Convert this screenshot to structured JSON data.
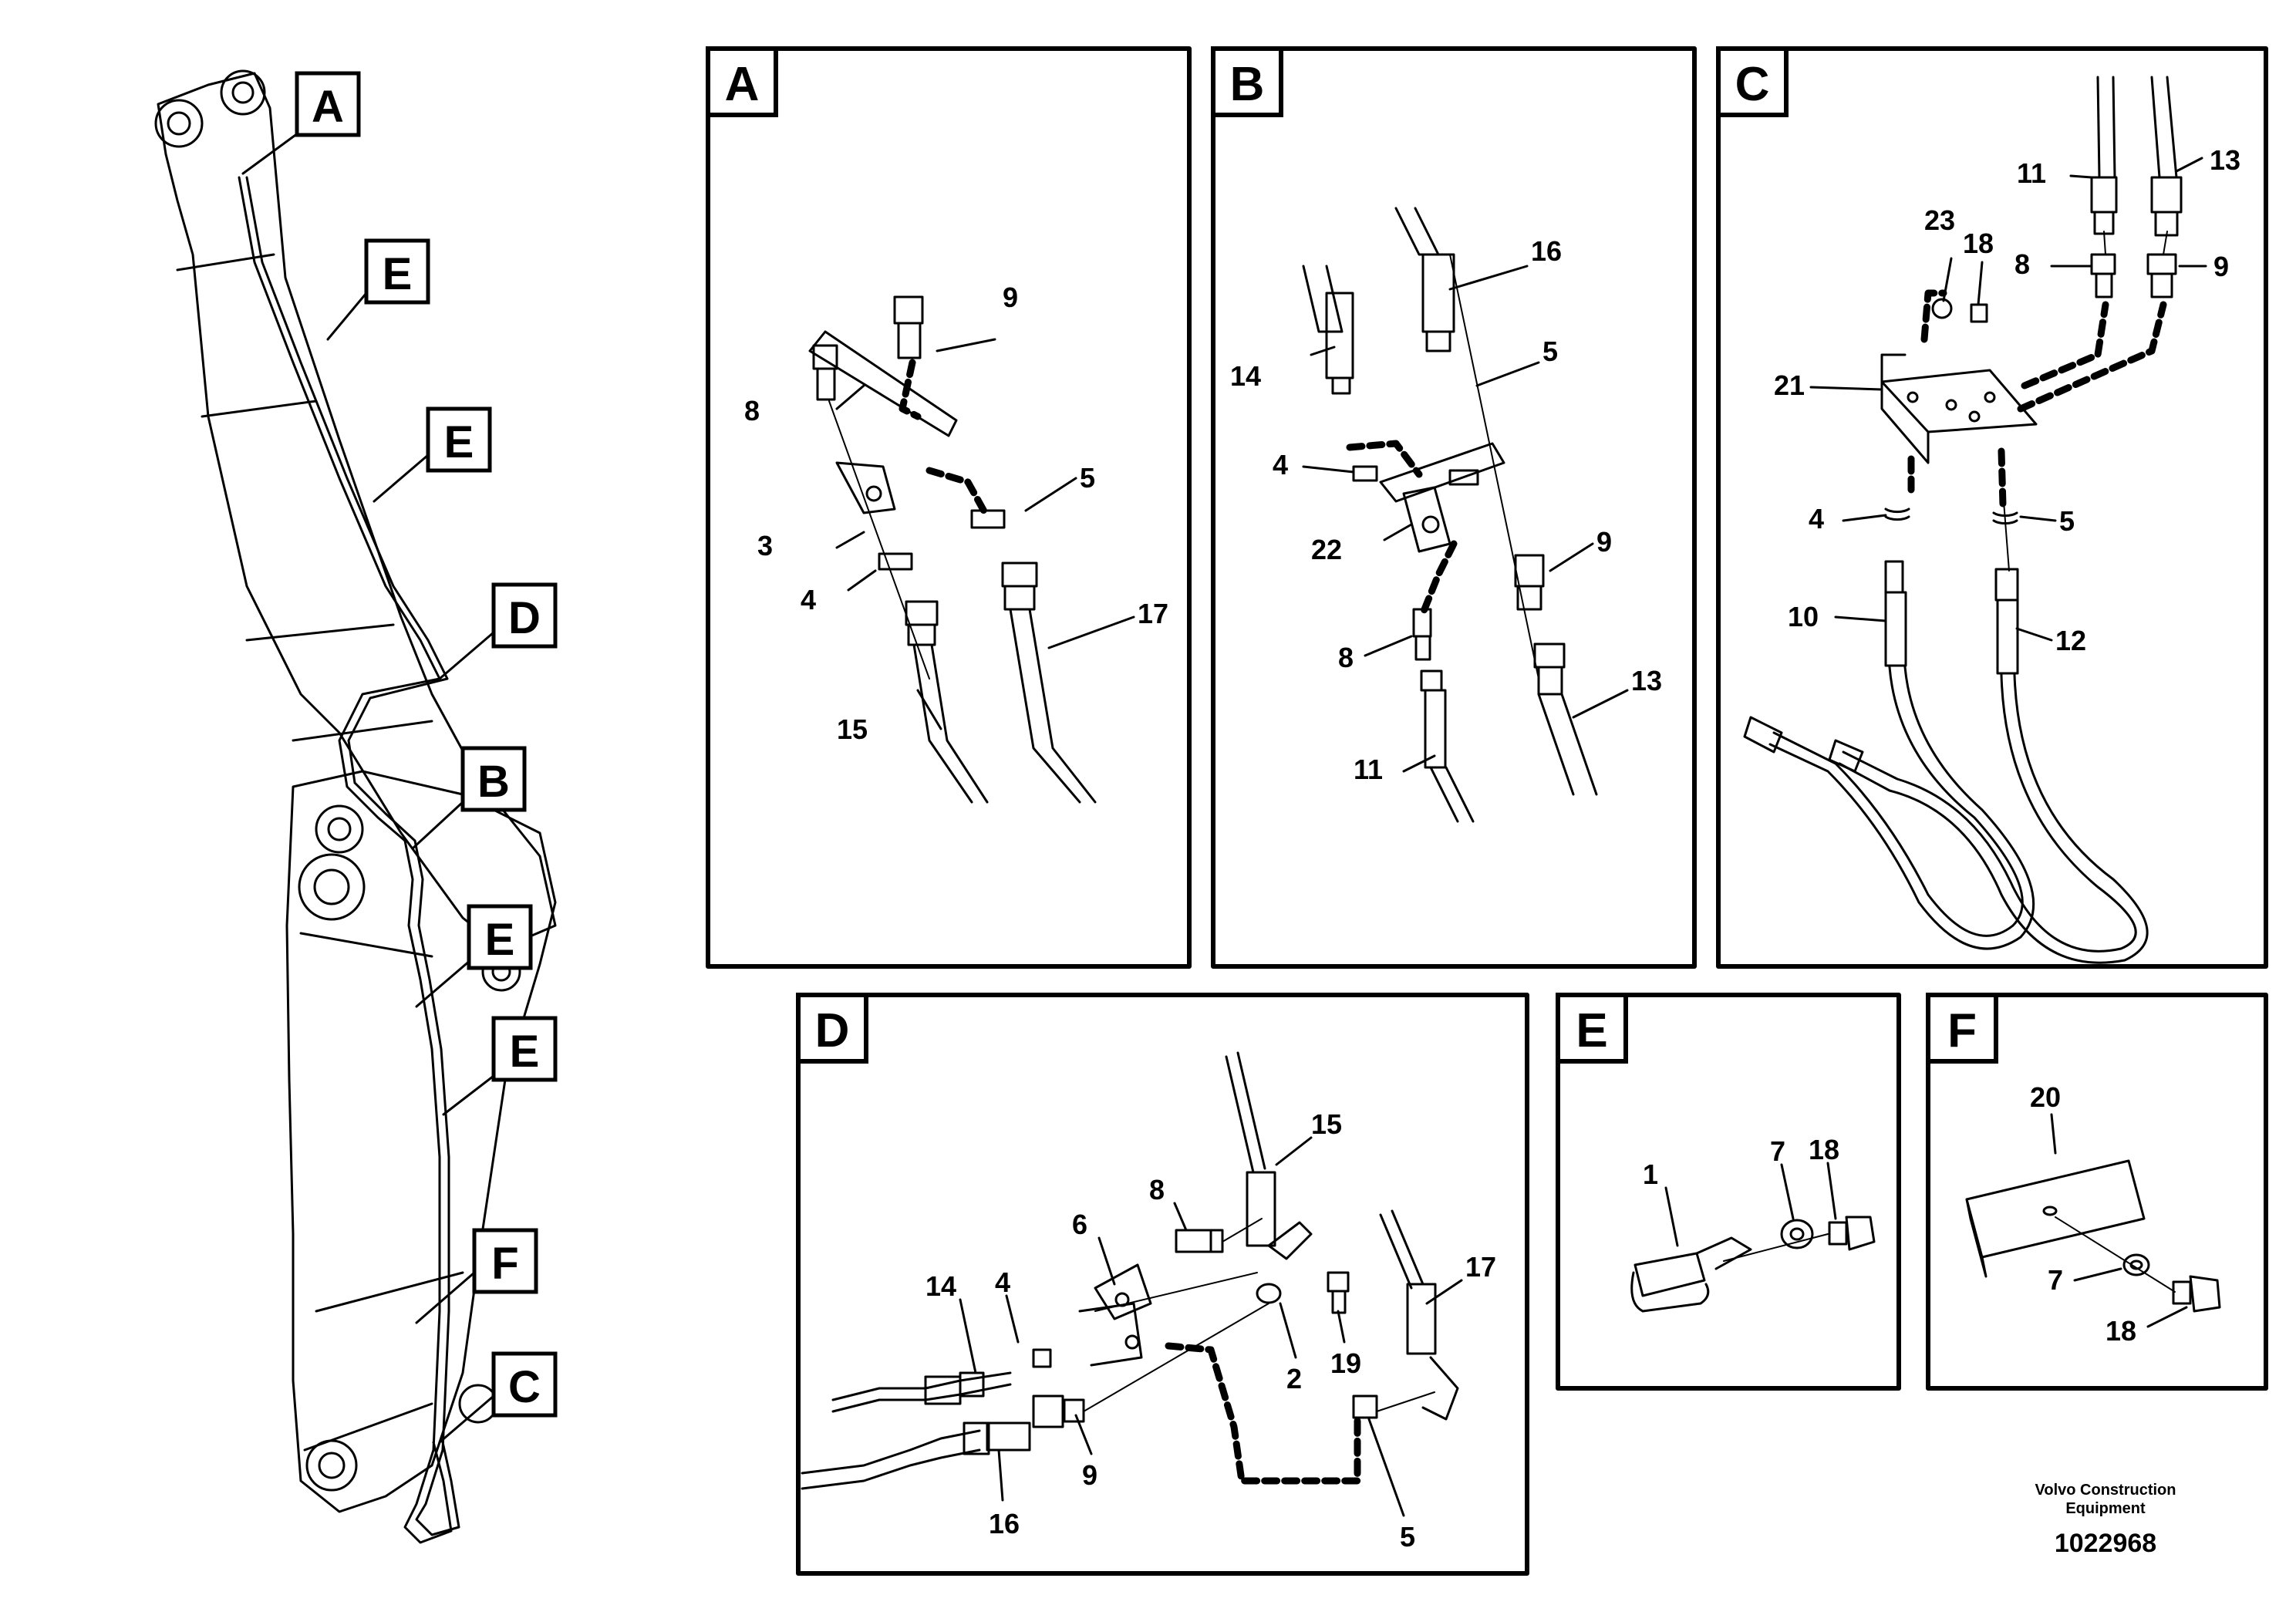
{
  "callouts": {
    "overview": [
      "A",
      "E",
      "E",
      "D",
      "B",
      "E",
      "E",
      "F",
      "C"
    ],
    "panels": [
      "A",
      "B",
      "C",
      "D",
      "E",
      "F"
    ]
  },
  "panel_A": {
    "parts": [
      "9",
      "8",
      "3",
      "5",
      "4",
      "17",
      "15"
    ]
  },
  "panel_B": {
    "parts": [
      "16",
      "14",
      "5",
      "4",
      "22",
      "9",
      "8",
      "13",
      "11"
    ]
  },
  "panel_C": {
    "parts": [
      "11",
      "13",
      "23",
      "18",
      "8",
      "9",
      "21",
      "4",
      "5",
      "10",
      "12"
    ]
  },
  "panel_D": {
    "parts": [
      "15",
      "8",
      "6",
      "17",
      "14",
      "4",
      "19",
      "2",
      "9",
      "16",
      "5"
    ]
  },
  "panel_E": {
    "parts": [
      "1",
      "7",
      "18"
    ]
  },
  "panel_F": {
    "parts": [
      "20",
      "7",
      "18"
    ]
  },
  "footer": {
    "line1": "Volvo Construction",
    "line2": "Equipment",
    "doc_number": "1022968"
  }
}
